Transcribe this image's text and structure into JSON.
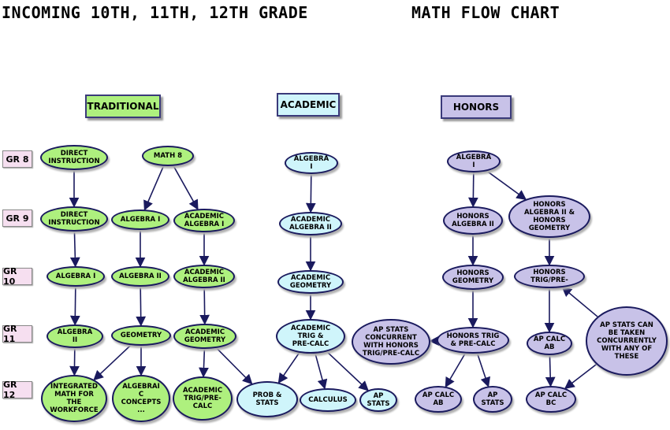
{
  "title_left": "INCOMING 10TH, 11TH, 12TH GRADE",
  "title_right": "MATH FLOW CHART",
  "headers": {
    "traditional": "TRADITIONAL",
    "academic": "ACADEMIC",
    "honors": "HONORS"
  },
  "grades": [
    "GR 8",
    "GR 9",
    "GR 10",
    "GR 11",
    "GR 12"
  ],
  "nodes": {
    "t_direct8": "DIRECT\nINSTRUCTION",
    "t_math8": "MATH 8",
    "t_direct9": "DIRECT\nINSTRUCTION",
    "t_alg1_9": "ALGEBRA I",
    "t_acalg1_9": "ACADEMIC\nALGEBRA I",
    "t_alg1_10": "ALGEBRA I",
    "t_alg2_10": "ALGEBRA II",
    "t_acalg2_10": "ACADEMIC\nALGEBRA II",
    "t_alg2_11": "ALGEBRA\nII",
    "t_geom_11": "GEOMETRY",
    "t_acgeom_11": "ACADEMIC\nGEOMETRY",
    "t_integrated": "INTEGRATED\nMATH FOR\nTHE\nWORKFORCE",
    "t_algconcepts": "ALGEBRAI\nC\nCONCEPTS\n...",
    "t_trigprecalc": "ACADEMIC\nTRIG/PRE-\nCALC",
    "a_alg1_8": "ALGEBRA\nI",
    "a_alg2_9": "ACADEMIC\nALGEBRA II",
    "a_geom_10": "ACADEMIC\nGEOMETRY",
    "a_trig_11": "ACADEMIC\nTRIG &\nPRE-CALC",
    "a_probstats": "PROB &\nSTATS",
    "a_calculus": "CALCULUS",
    "a_apstats": "AP\nSTATS",
    "h_alg1_8": "ALGEBRA\nI",
    "h_alg2_9": "HONORS\nALGEBRA II",
    "h_alg2geom_9": "HONORS\nALGEBRA II &\nHONORS\nGEOMETRY",
    "h_geom_10": "HONORS\nGEOMETRY",
    "h_trig_10": "HONORS\nTRIG/PRE-",
    "h_apstats_conc": "AP STATS\nCONCURRENT\nWITH HONORS\nTRIG/PRE-CALC",
    "h_trig_11": "HONORS TRIG\n& PRE-CALC",
    "h_calcab_11": "AP CALC\nAB",
    "h_apstats_note": "AP STATS CAN\nBE TAKEN\nCONCURRENTLY\nWITH ANY OF\nTHESE",
    "h_calcab_12": "AP CALC\nAB",
    "h_apstats_12": "AP\nSTATS",
    "h_calcbc_12": "AP CALC\nBC"
  },
  "colors": {
    "traditional": "#aef07e",
    "academic": "#cff5fb",
    "honors": "#c8c2e8",
    "arrow": "#1a1a5e"
  }
}
